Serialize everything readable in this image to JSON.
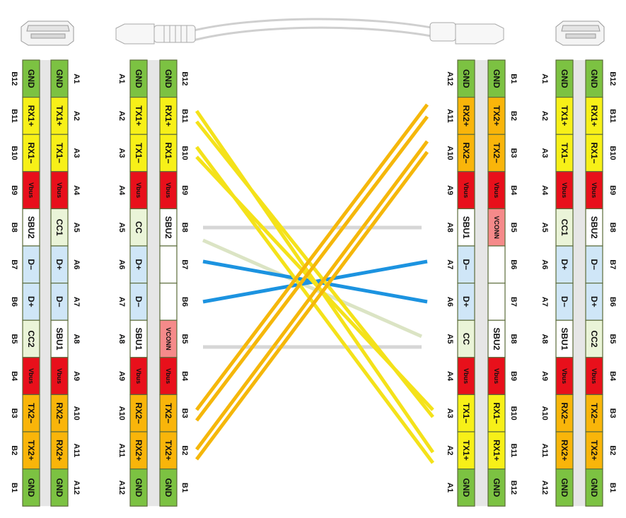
{
  "colors": {
    "GND": "#7cc242",
    "TX": "#f7f018",
    "RX": "#f7f018",
    "TX2": "#f9b50a",
    "RX2": "#f9b50a",
    "VBUS": "#e8101b",
    "VCONN": "#f58a8a",
    "CC": "#eaf4d8",
    "SBU": "#ffffff",
    "D": "#cfe6f7",
    "EMPTY": "#ffffff",
    "wire_yellow": "#f4e21a",
    "wire_orange": "#f5b70a",
    "wire_blue": "#1c93e0",
    "wire_gray": "#d6d6d6",
    "wire_palegreen": "#dbe4c4"
  },
  "connectors": [
    {
      "name": "receptacle-left",
      "outer_labels": [
        "B12",
        "B11",
        "B10",
        "B9",
        "B8",
        "B7",
        "B6",
        "B5",
        "B4",
        "B3",
        "B2",
        "B1"
      ],
      "col1": [
        [
          "GND",
          "GND"
        ],
        [
          "RX1+",
          "TX"
        ],
        [
          "RX1−",
          "TX"
        ],
        [
          "Vbus",
          "VBUS"
        ],
        [
          "SBU2",
          "SBU"
        ],
        [
          "D−",
          "D"
        ],
        [
          "D+",
          "D"
        ],
        [
          "CC2",
          "CC"
        ],
        [
          "Vbus",
          "VBUS"
        ],
        [
          "TX2−",
          "TX2"
        ],
        [
          "TX2+",
          "TX2"
        ],
        [
          "GND",
          "GND"
        ]
      ],
      "col2": [
        [
          "GND",
          "GND"
        ],
        [
          "TX1+",
          "TX"
        ],
        [
          "TX1−",
          "TX"
        ],
        [
          "Vbus",
          "VBUS"
        ],
        [
          "CC1",
          "CC"
        ],
        [
          "D+",
          "D"
        ],
        [
          "D−",
          "D"
        ],
        [
          "SBU1",
          "SBU"
        ],
        [
          "Vbus",
          "VBUS"
        ],
        [
          "RX2−",
          "TX2"
        ],
        [
          "RX2+",
          "TX2"
        ],
        [
          "GND",
          "GND"
        ]
      ],
      "inner_labels": [
        "A1",
        "A2",
        "A3",
        "A4",
        "A5",
        "A6",
        "A7",
        "A8",
        "A9",
        "A10",
        "A11",
        "A12"
      ]
    },
    {
      "name": "plug-left",
      "outer_labels": [
        "A1",
        "A2",
        "A3",
        "A4",
        "A5",
        "A6",
        "A7",
        "A8",
        "A9",
        "A10",
        "A11",
        "A12"
      ],
      "col1": [
        [
          "GND",
          "GND"
        ],
        [
          "TX1+",
          "TX"
        ],
        [
          "TX1−",
          "TX"
        ],
        [
          "Vbus",
          "VBUS"
        ],
        [
          "CC",
          "CC"
        ],
        [
          "D+",
          "D"
        ],
        [
          "D−",
          "D"
        ],
        [
          "SBU1",
          "SBU"
        ],
        [
          "Vbus",
          "VBUS"
        ],
        [
          "RX2−",
          "TX2"
        ],
        [
          "RX2+",
          "TX2"
        ],
        [
          "GND",
          "GND"
        ]
      ],
      "col2": [
        [
          "GND",
          "GND"
        ],
        [
          "RX1+",
          "TX"
        ],
        [
          "RX1−",
          "TX"
        ],
        [
          "Vbus",
          "VBUS"
        ],
        [
          "SBU2",
          "SBU"
        ],
        [
          "",
          "EMPTY"
        ],
        [
          "",
          "EMPTY"
        ],
        [
          "Vconn",
          "VCONN"
        ],
        [
          "Vbus",
          "VBUS"
        ],
        [
          "TX2−",
          "TX2"
        ],
        [
          "TX2+",
          "TX2"
        ],
        [
          "GND",
          "GND"
        ]
      ],
      "inner_labels": [
        "B12",
        "B11",
        "B10",
        "B9",
        "B8",
        "B7",
        "B6",
        "B5",
        "B4",
        "B3",
        "B2",
        "B1"
      ]
    },
    {
      "name": "plug-right",
      "outer_labels": [
        "A12",
        "A11",
        "A10",
        "A9",
        "A8",
        "A7",
        "A6",
        "A5",
        "A4",
        "A3",
        "A2",
        "A1"
      ],
      "col1": [
        [
          "GND",
          "GND"
        ],
        [
          "RX2+",
          "TX2"
        ],
        [
          "RX2−",
          "TX2"
        ],
        [
          "Vbus",
          "VBUS"
        ],
        [
          "SBU1",
          "SBU"
        ],
        [
          "D−",
          "D"
        ],
        [
          "D+",
          "D"
        ],
        [
          "CC",
          "CC"
        ],
        [
          "Vbus",
          "VBUS"
        ],
        [
          "TX1−",
          "TX"
        ],
        [
          "TX1+",
          "TX"
        ],
        [
          "GND",
          "GND"
        ]
      ],
      "col2": [
        [
          "GND",
          "GND"
        ],
        [
          "TX2+",
          "TX2"
        ],
        [
          "TX2−",
          "TX2"
        ],
        [
          "Vbus",
          "VBUS"
        ],
        [
          "Vconn",
          "VCONN"
        ],
        [
          "",
          "EMPTY"
        ],
        [
          "",
          "EMPTY"
        ],
        [
          "SBU2",
          "SBU"
        ],
        [
          "Vbus",
          "VBUS"
        ],
        [
          "RX1−",
          "TX"
        ],
        [
          "RX1+",
          "TX"
        ],
        [
          "GND",
          "GND"
        ]
      ],
      "inner_labels": [
        "B1",
        "B2",
        "B3",
        "B4",
        "B5",
        "B6",
        "B7",
        "B8",
        "B9",
        "B10",
        "B11",
        "B12"
      ]
    },
    {
      "name": "receptacle-right",
      "outer_labels": [
        "A1",
        "A2",
        "A3",
        "A4",
        "A5",
        "A6",
        "A7",
        "A8",
        "A9",
        "A10",
        "A11",
        "A12"
      ],
      "col1": [
        [
          "GND",
          "GND"
        ],
        [
          "TX1+",
          "TX"
        ],
        [
          "TX1−",
          "TX"
        ],
        [
          "Vbus",
          "VBUS"
        ],
        [
          "CC1",
          "CC"
        ],
        [
          "D+",
          "D"
        ],
        [
          "D−",
          "D"
        ],
        [
          "SBU1",
          "SBU"
        ],
        [
          "Vbus",
          "VBUS"
        ],
        [
          "RX2−",
          "TX2"
        ],
        [
          "RX2+",
          "TX2"
        ],
        [
          "GND",
          "GND"
        ]
      ],
      "col2": [
        [
          "GND",
          "GND"
        ],
        [
          "RX1+",
          "TX"
        ],
        [
          "RX1−",
          "TX"
        ],
        [
          "Vbus",
          "VBUS"
        ],
        [
          "SBU2",
          "SBU"
        ],
        [
          "D−",
          "D"
        ],
        [
          "D+",
          "D"
        ],
        [
          "CC2",
          "CC"
        ],
        [
          "Vbus",
          "VBUS"
        ],
        [
          "TX2−",
          "TX2"
        ],
        [
          "TX2+",
          "TX2"
        ],
        [
          "GND",
          "GND"
        ]
      ],
      "inner_labels": [
        "B12",
        "B11",
        "B10",
        "B9",
        "B8",
        "B7",
        "B6",
        "B5",
        "B4",
        "B3",
        "B2",
        "B1"
      ]
    }
  ]
}
